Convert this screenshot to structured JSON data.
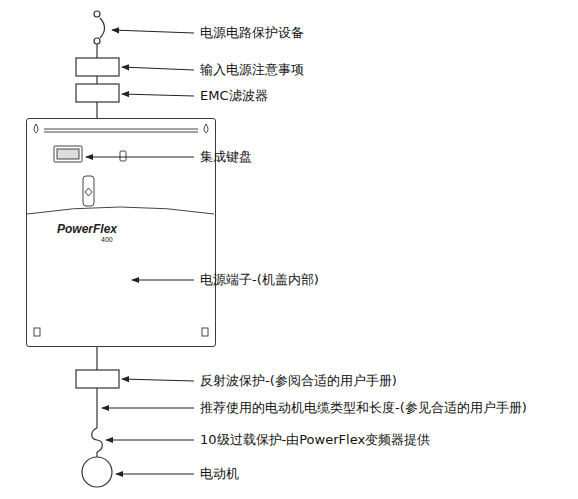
{
  "diagram": {
    "nodes": [
      {
        "text": [
          "PowerFlex",
          "400"
        ]
      }
    ],
    "labels": [
      "电源电路保护设备",
      "输入电源注意事项",
      "EMC滤波器",
      "集成键盘",
      "电源端子-(机盖内部)",
      "反射波保护-(参阅合适的用户手册)",
      "推荐使用的电动机电缆类型和长度-(参见合适的用户手册)",
      "10级过载保护-由PowerFlex变频器提供",
      "电动机"
    ]
  }
}
